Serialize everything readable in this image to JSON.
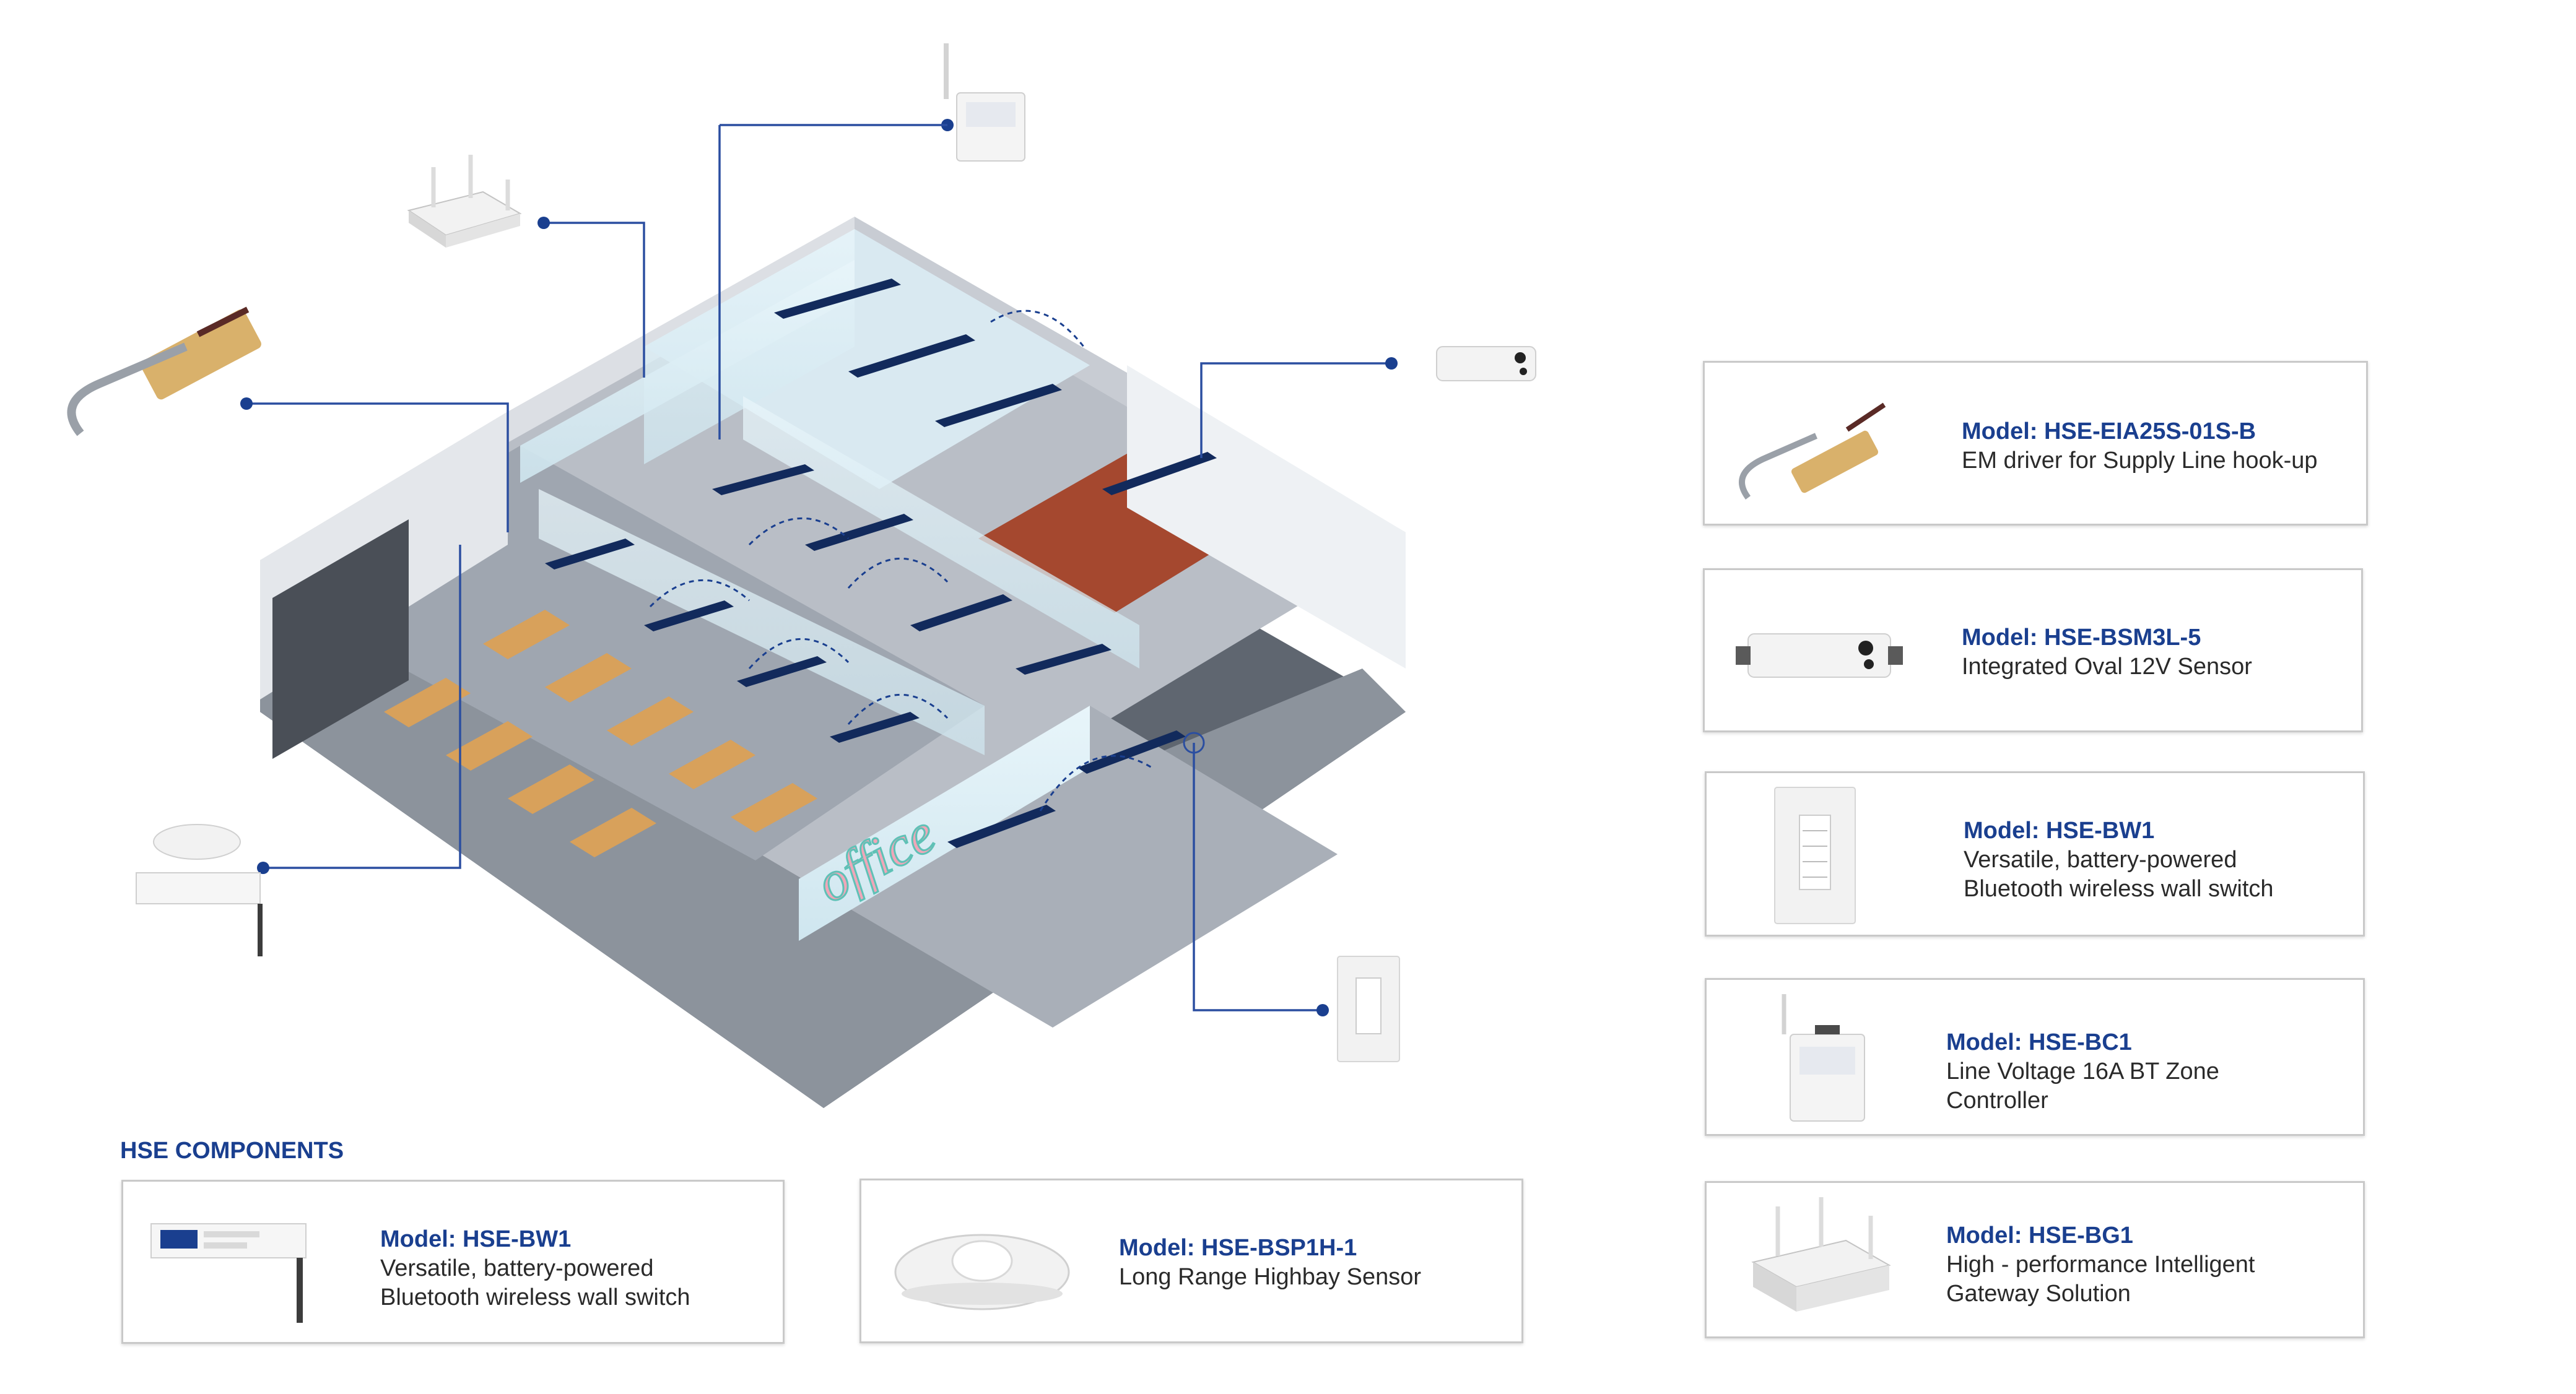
{
  "section_title": "HSE COMPONENTS",
  "colors": {
    "accent": "#1a3f8f",
    "line": "#2b4ea0",
    "border": "#c9c9c9"
  },
  "floorplan": {
    "logo_text": "office"
  },
  "components": [
    {
      "model": "Model: HSE-EIA25S-01S-B",
      "desc": [
        "EM driver for Supply Line hook-up"
      ],
      "icon": "em-driver-icon"
    },
    {
      "model": "Model: HSE-BSM3L-5",
      "desc": [
        "Integrated Oval 12V Sensor"
      ],
      "icon": "oval-sensor-icon"
    },
    {
      "model": "Model: HSE-BW1",
      "desc": [
        "Versatile, battery-powered",
        "Bluetooth wireless wall switch"
      ],
      "icon": "wall-switch-icon"
    },
    {
      "model": "Model: HSE-BC1",
      "desc": [
        "Line Voltage 16A BT Zone",
        "Controller"
      ],
      "icon": "zone-controller-icon"
    },
    {
      "model": "Model: HSE-BG1",
      "desc": [
        "High - performance Intelligent",
        "Gateway Solution"
      ],
      "icon": "gateway-icon"
    },
    {
      "model": "Model: HSE-BW1",
      "desc": [
        "Versatile, battery-powered",
        "Bluetooth wireless wall switch"
      ],
      "icon": "module-antenna-icon"
    },
    {
      "model": "Model: HSE-BSP1H-1",
      "desc": [
        "Long Range Highbay Sensor"
      ],
      "icon": "highbay-sensor-icon"
    }
  ]
}
